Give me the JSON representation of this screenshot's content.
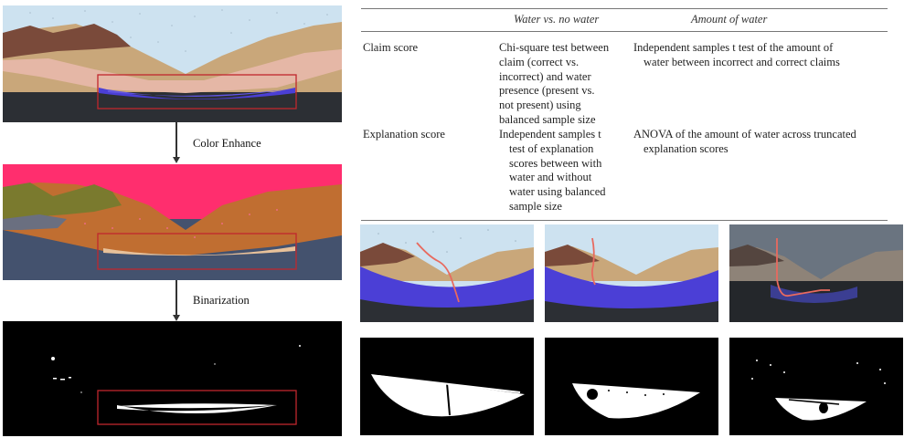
{
  "figure": {
    "step1_label": "Color Enhance",
    "step2_label": "Binarization"
  },
  "table": {
    "col1_header": "Water vs. no water",
    "col2_header": "Amount of water",
    "rows": [
      {
        "label": "Claim score",
        "col1": [
          "Chi-square test between",
          "claim (correct vs.",
          "incorrect) and water",
          "presence (present vs.",
          "not present) using",
          "balanced sample size"
        ],
        "col2": [
          "Independent samples t test of the amount of",
          "water between incorrect and correct claims"
        ]
      },
      {
        "label": "Explanation score",
        "col1": [
          "Independent samples t",
          "test of explanation",
          "scores between with",
          "water and without",
          "water using balanced",
          "sample size"
        ],
        "col2": [
          "ANOVA of the amount of water across truncated",
          "explanation scores"
        ]
      }
    ]
  },
  "colors": {
    "sky": "#cfe3f2",
    "water": "#4b3fd6",
    "ground_dark": "#2b2e33",
    "enhanced_sky": "#ff2e6e",
    "highlight_box": "#c0272d",
    "drawn_line": "#e86a5f"
  }
}
